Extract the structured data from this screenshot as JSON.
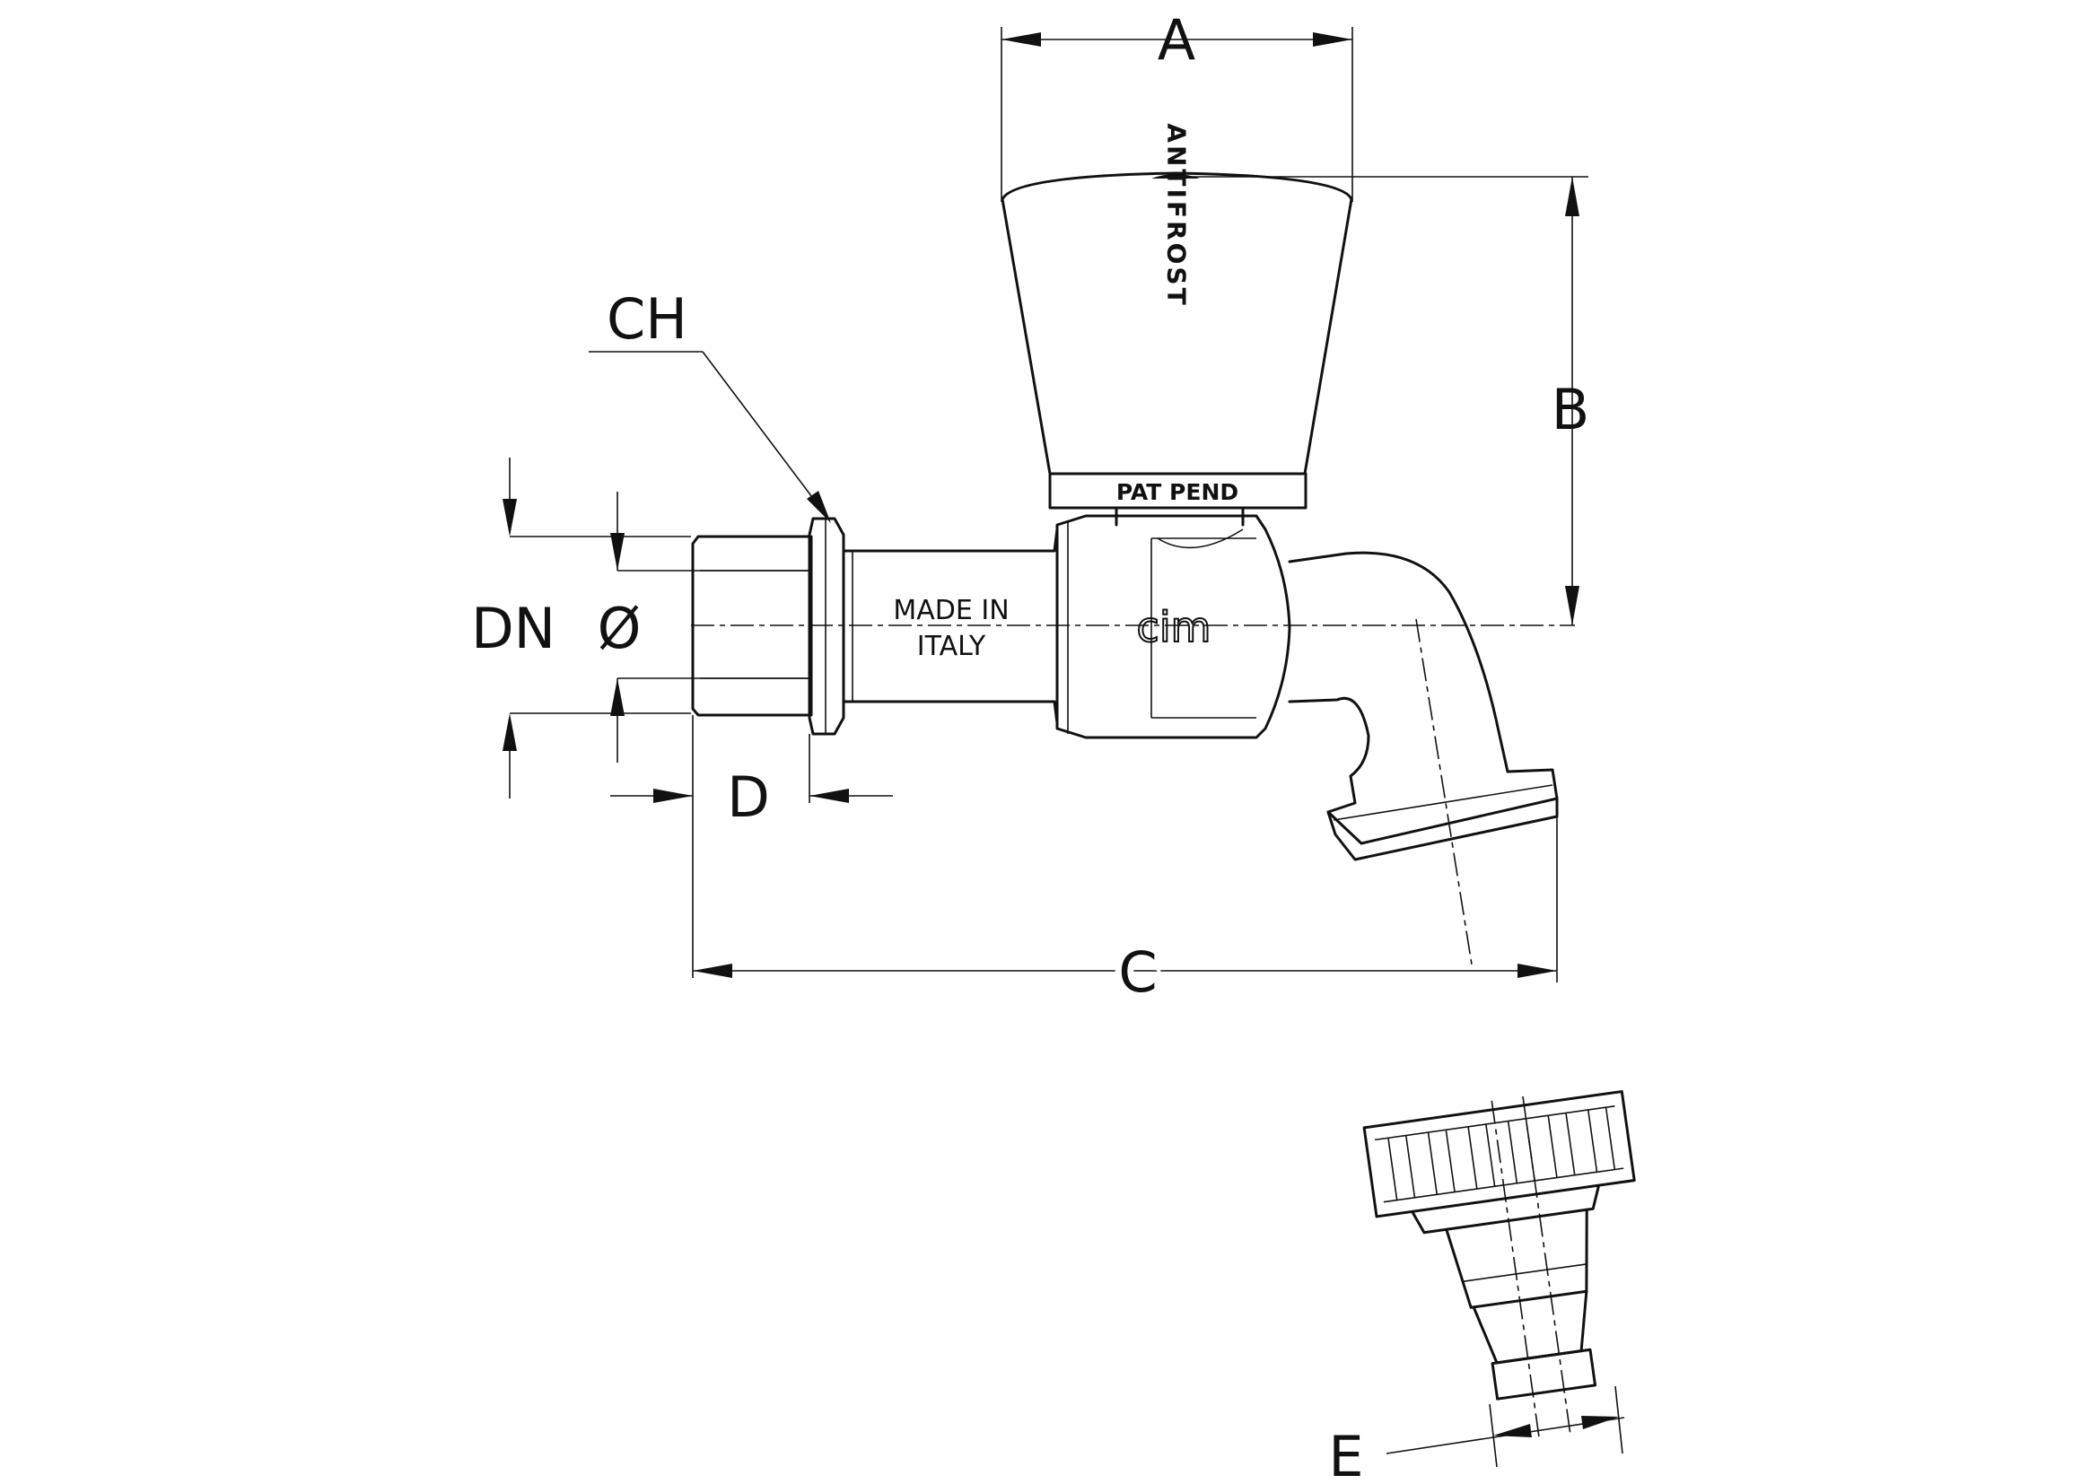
{
  "labels": {
    "a": "A",
    "b": "B",
    "c": "C",
    "d": "D",
    "e": "E",
    "ch": "CH",
    "dn": "DN",
    "diameter": "Ø"
  },
  "markings": {
    "handle_text": "ANTIFROST",
    "ring_text": "PAT PEND",
    "body_line1": "MADE IN",
    "body_line2": "ITALY",
    "logo": "cim"
  }
}
